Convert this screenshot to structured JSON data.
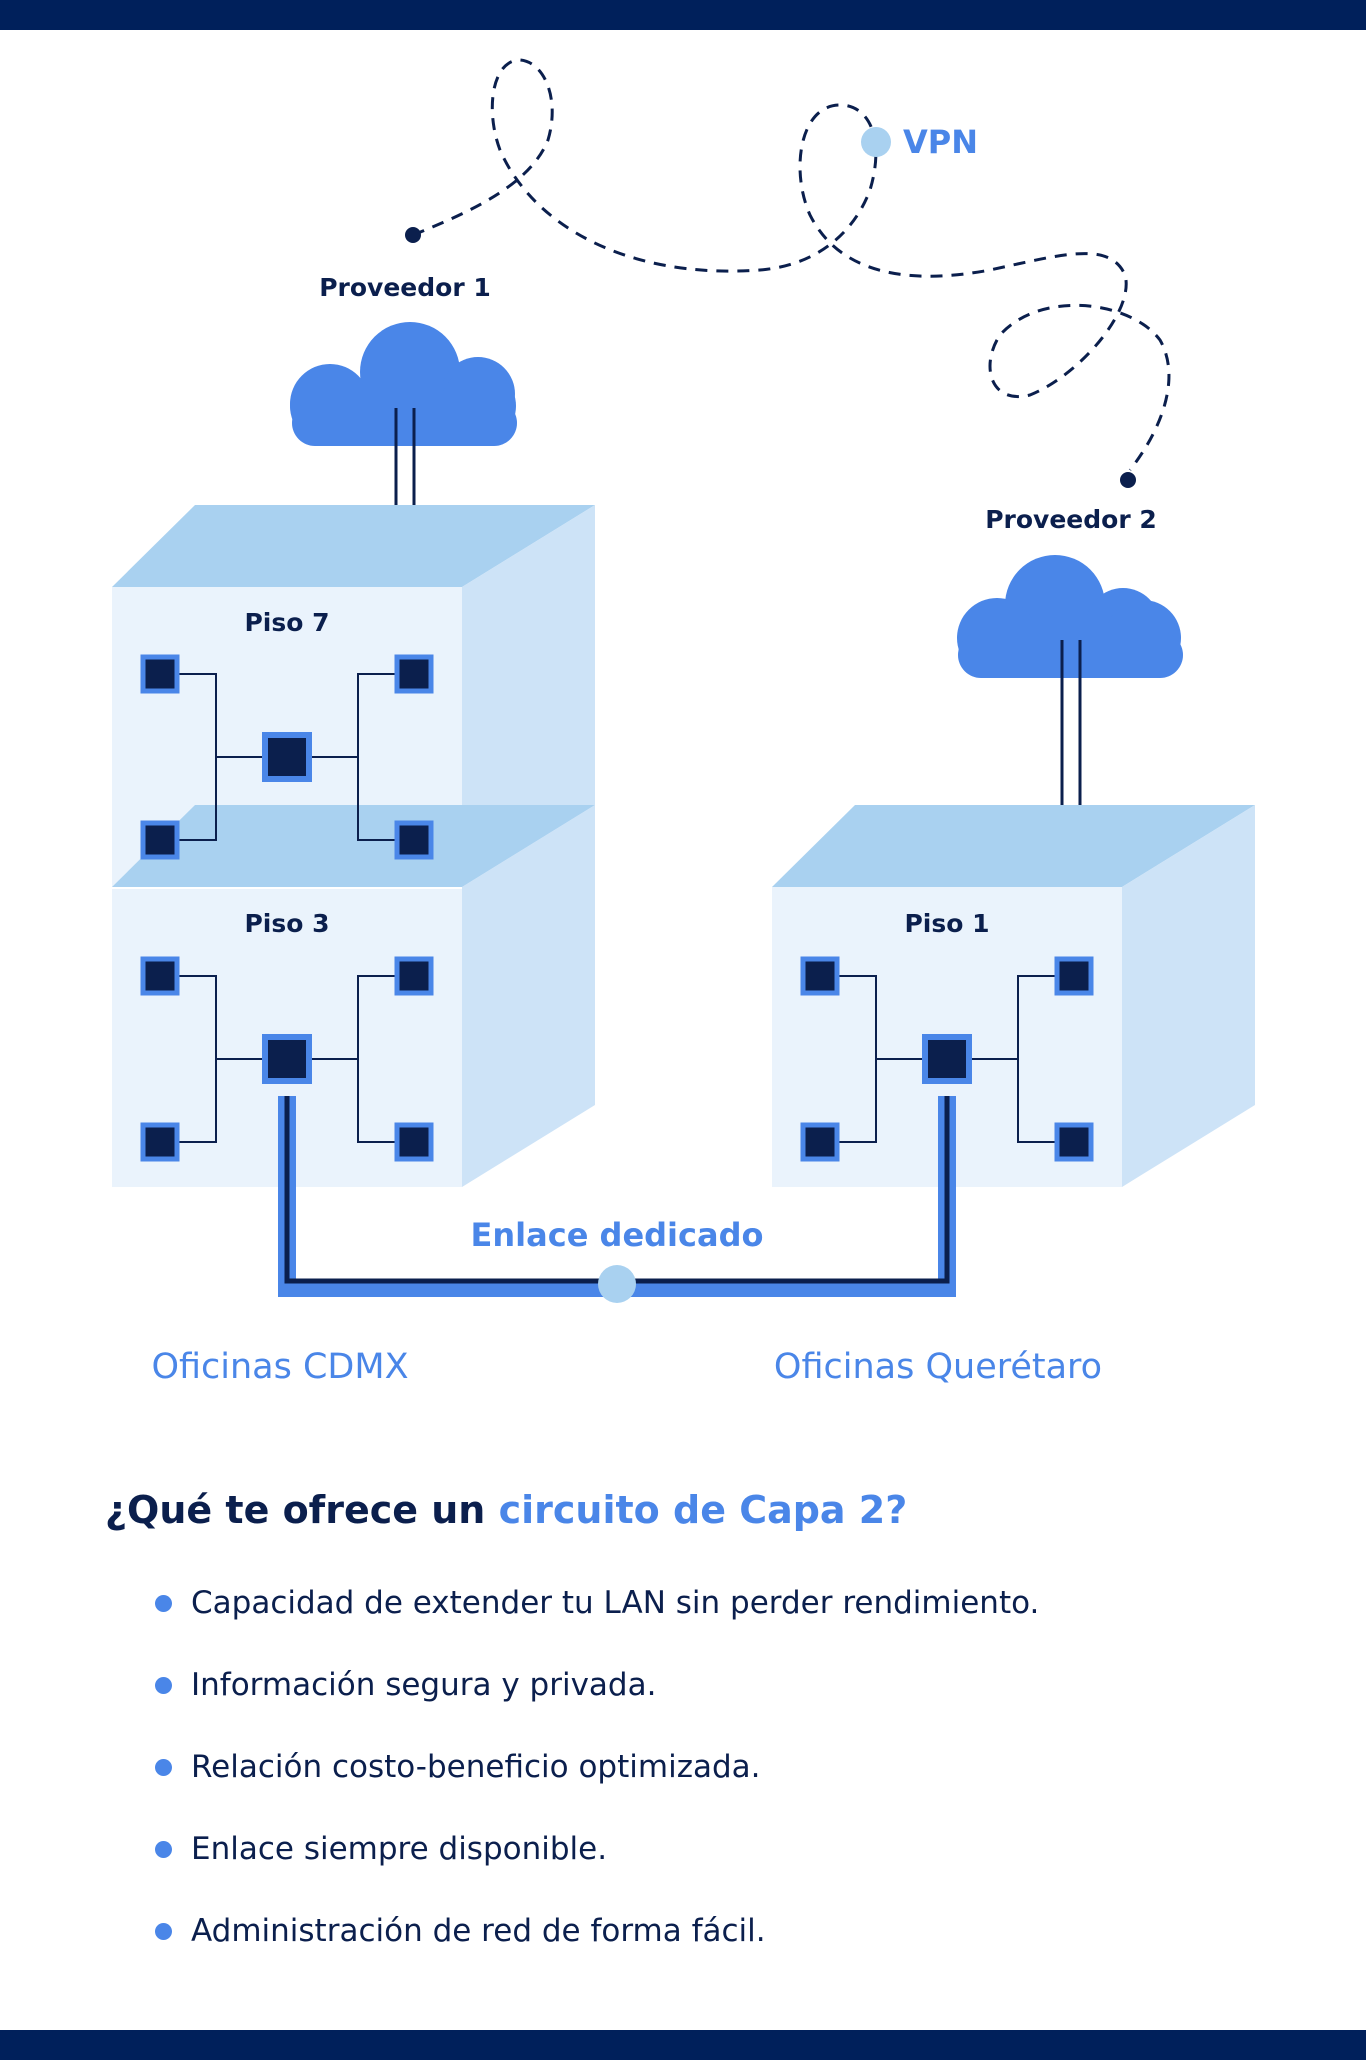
{
  "diagram": {
    "vpn_label": "VPN",
    "provider_1": "Proveedor 1",
    "provider_2": "Proveedor 2",
    "buildings": [
      {
        "office": "Oficinas CDMX",
        "floors": [
          "Piso 7",
          "Piso 3"
        ]
      },
      {
        "office": "Oficinas Querétaro",
        "floors": [
          "Piso 1"
        ]
      }
    ],
    "link_label": "Enlace dedicado",
    "colors": {
      "navy": "#00205b",
      "accent_blue": "#4a86e8",
      "light_blue": "#a9d1f0",
      "cube_face": "#eaf3fc",
      "cube_side": "#cde3f7"
    }
  },
  "info": {
    "heading_prefix": "¿Qué te ofrece un ",
    "heading_accent": "circuito de Capa 2?",
    "benefits": [
      "Capacidad de extender tu LAN sin perder rendimiento.",
      "Información segura y privada.",
      "Relación costo-beneficio optimizada.",
      "Enlace siempre disponible.",
      "Administración de red de forma fácil."
    ]
  }
}
